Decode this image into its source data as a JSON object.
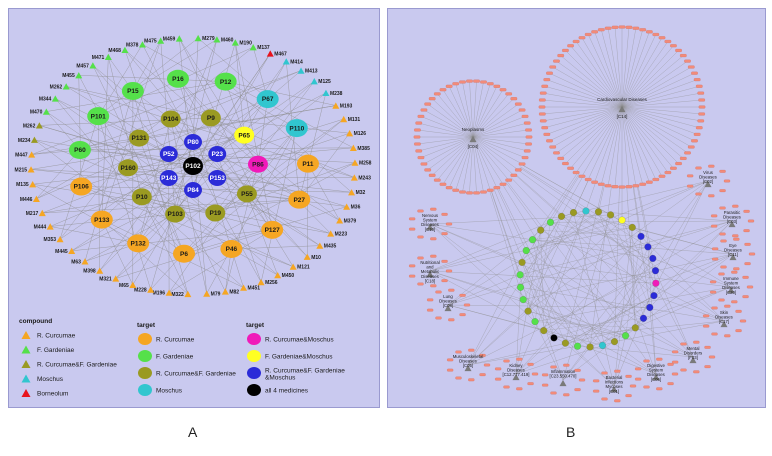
{
  "panels": [
    {
      "label": "A"
    },
    {
      "label": "B"
    }
  ],
  "colors": {
    "background": "#c9c9ef",
    "edge": "#8d8d8d",
    "r_curcumae": "#f5a623",
    "f_gardeniae": "#55e04a",
    "r_curcumae_f_gardeniae": "#9a9a22",
    "moschus": "#31c6cf",
    "borneolum": "#e8131c",
    "r_curcumae_moschus": "#f01ab9",
    "f_gardeniae_moschus": "#ffff22",
    "all_three": "#2b2bd8",
    "all_four": "#000000",
    "target_small": "#f28b7a",
    "disease_hub": "#7a7a7a"
  },
  "panel_a": {
    "compounds": [
      {
        "label": "M471",
        "color": "f_gardeniae"
      },
      {
        "label": "M468",
        "color": "f_gardeniae"
      },
      {
        "label": "M378",
        "color": "f_gardeniae"
      },
      {
        "label": "M475",
        "color": "f_gardeniae"
      },
      {
        "label": "M459",
        "color": "f_gardeniae"
      },
      {
        "label": "M279",
        "color": "f_gardeniae"
      },
      {
        "label": "M460",
        "color": "f_gardeniae"
      },
      {
        "label": "M190",
        "color": "f_gardeniae"
      },
      {
        "label": "M137",
        "color": "f_gardeniae"
      },
      {
        "label": "M467",
        "color": "borneolum"
      },
      {
        "label": "M414",
        "color": "moschus"
      },
      {
        "label": "M413",
        "color": "moschus"
      },
      {
        "label": "M125",
        "color": "moschus"
      },
      {
        "label": "M238",
        "color": "moschus"
      },
      {
        "label": "M193",
        "color": "r_curcumae"
      },
      {
        "label": "M131",
        "color": "r_curcumae"
      },
      {
        "label": "M126",
        "color": "r_curcumae"
      },
      {
        "label": "M385",
        "color": "r_curcumae"
      },
      {
        "label": "M258",
        "color": "r_curcumae"
      },
      {
        "label": "M243",
        "color": "r_curcumae"
      },
      {
        "label": "M32",
        "color": "r_curcumae"
      },
      {
        "label": "M36",
        "color": "r_curcumae"
      },
      {
        "label": "M379",
        "color": "r_curcumae"
      },
      {
        "label": "M223",
        "color": "r_curcumae"
      },
      {
        "label": "M435",
        "color": "r_curcumae"
      },
      {
        "label": "M10",
        "color": "r_curcumae"
      },
      {
        "label": "M121",
        "color": "r_curcumae"
      },
      {
        "label": "M450",
        "color": "r_curcumae"
      },
      {
        "label": "M256",
        "color": "r_curcumae"
      },
      {
        "label": "M451",
        "color": "r_curcumae"
      },
      {
        "label": "M82",
        "color": "r_curcumae"
      },
      {
        "label": "M79",
        "color": "r_curcumae"
      },
      {
        "label": "M322",
        "color": "r_curcumae"
      },
      {
        "label": "M196",
        "color": "r_curcumae"
      },
      {
        "label": "M228",
        "color": "r_curcumae"
      },
      {
        "label": "M65",
        "color": "r_curcumae"
      },
      {
        "label": "M321",
        "color": "r_curcumae"
      },
      {
        "label": "M398",
        "color": "r_curcumae"
      },
      {
        "label": "M63",
        "color": "r_curcumae"
      },
      {
        "label": "M445",
        "color": "r_curcumae"
      },
      {
        "label": "M353",
        "color": "r_curcumae"
      },
      {
        "label": "M444",
        "color": "r_curcumae"
      },
      {
        "label": "M217",
        "color": "r_curcumae"
      },
      {
        "label": "M446",
        "color": "r_curcumae"
      },
      {
        "label": "M135",
        "color": "r_curcumae"
      },
      {
        "label": "M215",
        "color": "r_curcumae"
      },
      {
        "label": "M447",
        "color": "r_curcumae"
      },
      {
        "label": "M234",
        "color": "r_curcumae_f_gardeniae"
      },
      {
        "label": "M262",
        "color": "r_curcumae_f_gardeniae"
      },
      {
        "label": "M470",
        "color": "f_gardeniae"
      },
      {
        "label": "M344",
        "color": "f_gardeniae"
      },
      {
        "label": "M262",
        "color": "f_gardeniae"
      },
      {
        "label": "M455",
        "color": "f_gardeniae"
      },
      {
        "label": "M457",
        "color": "f_gardeniae"
      }
    ],
    "outer_targets": [
      {
        "label": "P15",
        "color": "f_gardeniae"
      },
      {
        "label": "P16",
        "color": "f_gardeniae"
      },
      {
        "label": "P12",
        "color": "f_gardeniae"
      },
      {
        "label": "P67",
        "color": "moschus"
      },
      {
        "label": "P110",
        "color": "moschus"
      },
      {
        "label": "P11",
        "color": "r_curcumae"
      },
      {
        "label": "P27",
        "color": "r_curcumae"
      },
      {
        "label": "P127",
        "color": "r_curcumae"
      },
      {
        "label": "P46",
        "color": "r_curcumae"
      },
      {
        "label": "P6",
        "color": "r_curcumae"
      },
      {
        "label": "P132",
        "color": "r_curcumae"
      },
      {
        "label": "P133",
        "color": "r_curcumae"
      },
      {
        "label": "P106",
        "color": "r_curcumae"
      },
      {
        "label": "P60",
        "color": "f_gardeniae"
      },
      {
        "label": "P101",
        "color": "f_gardeniae"
      }
    ],
    "middle_targets": [
      {
        "label": "P104",
        "color": "r_curcumae_f_gardeniae"
      },
      {
        "label": "P9",
        "color": "r_curcumae_f_gardeniae"
      },
      {
        "label": "P65",
        "color": "f_gardeniae_moschus"
      },
      {
        "label": "P86",
        "color": "r_curcumae_moschus"
      },
      {
        "label": "P55",
        "color": "r_curcumae_f_gardeniae"
      },
      {
        "label": "P19",
        "color": "r_curcumae_f_gardeniae"
      },
      {
        "label": "P103",
        "color": "r_curcumae_f_gardeniae"
      },
      {
        "label": "P10",
        "color": "r_curcumae_f_gardeniae"
      },
      {
        "label": "P160",
        "color": "r_curcumae_f_gardeniae"
      },
      {
        "label": "P131",
        "color": "r_curcumae_f_gardeniae"
      }
    ],
    "inner_targets": [
      {
        "label": "P80",
        "color": "all_three"
      },
      {
        "label": "P23",
        "color": "all_three"
      },
      {
        "label": "P153",
        "color": "all_three"
      },
      {
        "label": "P84",
        "color": "all_three"
      },
      {
        "label": "P143",
        "color": "all_three"
      },
      {
        "label": "P52",
        "color": "all_three"
      }
    ],
    "center_target": {
      "label": "P102",
      "color": "all_four"
    },
    "legend": {
      "compound_header": "compound",
      "target_header_1": "target",
      "target_header_2": "target",
      "compound_items": [
        {
          "label": "R. Curcumae",
          "color": "r_curcumae"
        },
        {
          "label": "F. Gardeniae",
          "color": "f_gardeniae"
        },
        {
          "label": "R. Curcumae&F. Gardeniae",
          "color": "r_curcumae_f_gardeniae"
        },
        {
          "label": "Moschus",
          "color": "moschus"
        },
        {
          "label": "Borneolum",
          "color": "borneolum"
        }
      ],
      "target_items_1": [
        {
          "label": "R. Curcumae",
          "color": "r_curcumae"
        },
        {
          "label": "F. Gardeniae",
          "color": "f_gardeniae"
        },
        {
          "label": "R. Curcumae&F. Gardeniae",
          "color": "r_curcumae_f_gardeniae"
        },
        {
          "label": "Moschus",
          "color": "moschus"
        }
      ],
      "target_items_2": [
        {
          "label": "R. Curcumae&Moschus",
          "color": "r_curcumae_moschus"
        },
        {
          "label": "F. Gardeniae&Moschus",
          "color": "f_gardeniae_moschus"
        },
        {
          "label": "R. Curcumae&F. Gardeniae &Moschus",
          "color": "all_three"
        },
        {
          "label": "all 4 medicines",
          "color": "all_four"
        }
      ]
    }
  },
  "panel_b": {
    "big_clusters": [
      {
        "label": "Neoplasms",
        "code": "[C04]"
      },
      {
        "label": "Cardiovascular Diseases",
        "code": "[C14]"
      }
    ],
    "small_clusters": [
      {
        "label": "Virus Diseases",
        "code": "[C02]"
      },
      {
        "label": "Parasitic Diseases",
        "code": "[C03]"
      },
      {
        "label": "Eye Diseases",
        "code": "[C11]"
      },
      {
        "label": "Immune System Diseases",
        "code": "[C20]"
      },
      {
        "label": "Skin Diseases",
        "code": "[C17]"
      },
      {
        "label": "Mental Disorders",
        "code": "[F03]"
      },
      {
        "label": "Digestive System Diseases",
        "code": "[C06]"
      },
      {
        "label": "Bacterial Infections Mycoses",
        "code": "[C01]"
      },
      {
        "label": "Inflammation",
        "code": "[C23.550.470]"
      },
      {
        "label": "Kidney Diseases",
        "code": "[C12.777.419]"
      },
      {
        "label": "Musculoskeletal Diseases",
        "code": "[C05]"
      },
      {
        "label": "Lung Diseases",
        "code": "[C08]"
      },
      {
        "label": "Nutritional and Metabolic Diseases",
        "code": "[C18]"
      },
      {
        "label": "Nervous System Diseases",
        "code": "[C10]"
      }
    ],
    "ring_targets": [
      "r_curcumae_f_gardeniae",
      "r_curcumae_f_gardeniae",
      "moschus",
      "r_curcumae_f_gardeniae",
      "r_curcumae_f_gardeniae",
      "f_gardeniae_moschus",
      "r_curcumae_f_gardeniae",
      "all_three",
      "all_three",
      "all_three",
      "all_three",
      "r_curcumae_moschus",
      "all_three",
      "all_three",
      "all_three",
      "r_curcumae_f_gardeniae",
      "f_gardeniae",
      "r_curcumae_f_gardeniae",
      "moschus",
      "r_curcumae_f_gardeniae",
      "f_gardeniae",
      "r_curcumae_f_gardeniae",
      "all_four",
      "r_curcumae_f_gardeniae",
      "f_gardeniae",
      "r_curcumae_f_gardeniae",
      "f_gardeniae",
      "f_gardeniae",
      "f_gardeniae",
      "r_curcumae_f_gardeniae",
      "f_gardeniae",
      "f_gardeniae",
      "r_curcumae_f_gardeniae",
      "f_gardeniae"
    ]
  }
}
